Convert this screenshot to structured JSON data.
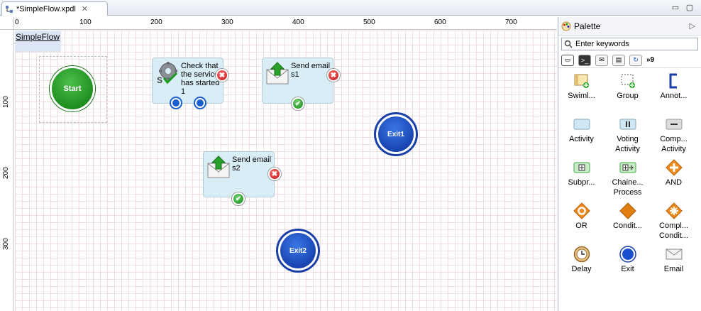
{
  "editor_tab": {
    "title": "*SimpleFlow.xpdl",
    "close": "✕"
  },
  "window_controls": {
    "minimize": "▭",
    "maximize": "▢"
  },
  "ruler": {
    "h_labels": [
      "0",
      "100",
      "200",
      "300",
      "400",
      "500",
      "600",
      "700"
    ],
    "v_labels": [
      "100",
      "200",
      "300"
    ]
  },
  "canvas": {
    "pool_label": "SimpleFlow",
    "start_event": "Start",
    "exit_events": [
      "Exit1",
      "Exit2"
    ],
    "tasks": [
      {
        "label": "Check that the service has started1",
        "icon": "gear-check-icon"
      },
      {
        "label": "Send emails1",
        "icon": "envelope-upload-icon"
      },
      {
        "label": "Send emails2",
        "icon": "envelope-upload-icon"
      }
    ],
    "error_marker": "✖",
    "ok_marker": "✔"
  },
  "palette": {
    "title": "Palette",
    "search_placeholder": "Enter keywords",
    "tabs_more": "»9",
    "items": [
      {
        "label": "Swiml...",
        "icon": "swimlane-icon"
      },
      {
        "label": "Group",
        "icon": "group-icon"
      },
      {
        "label": "Annot...",
        "icon": "annotation-icon"
      },
      {
        "label": "Activity",
        "icon": "activity-icon"
      },
      {
        "label": "Voting Activity",
        "icon": "voting-activity-icon"
      },
      {
        "label": "Comp... Activity",
        "icon": "compensation-activity-icon"
      },
      {
        "label": "Subpr...",
        "icon": "subprocess-icon"
      },
      {
        "label": "Chaine... Process",
        "icon": "chained-process-icon"
      },
      {
        "label": "AND",
        "icon": "and-gateway-icon"
      },
      {
        "label": "OR",
        "icon": "or-gateway-icon"
      },
      {
        "label": "Condit...",
        "icon": "conditional-gateway-icon"
      },
      {
        "label": "Compl... Condit...",
        "icon": "complex-gateway-icon"
      },
      {
        "label": "Delay",
        "icon": "delay-icon"
      },
      {
        "label": "Exit",
        "icon": "exit-icon"
      },
      {
        "label": "Email",
        "icon": "email-icon"
      }
    ]
  }
}
